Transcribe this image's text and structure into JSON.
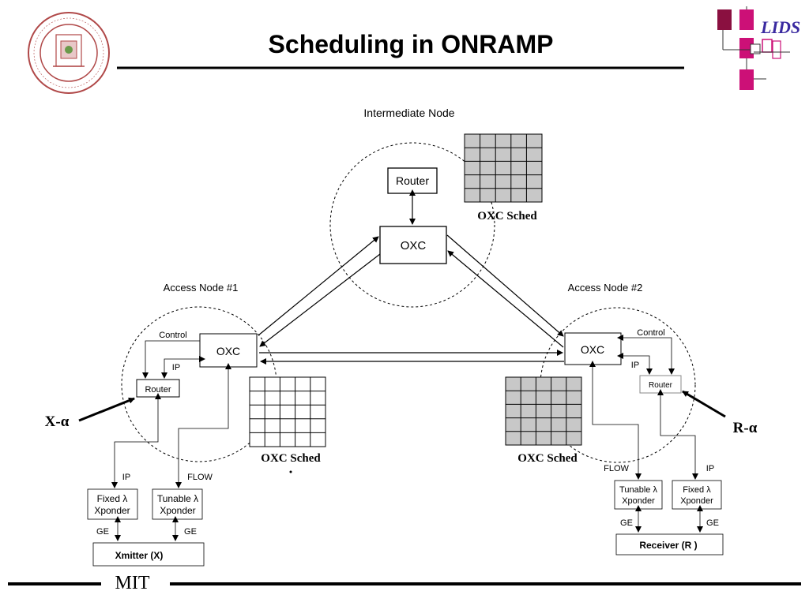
{
  "slide": {
    "title": "Scheduling in ONRAMP",
    "footer": "MIT",
    "lids_logo": "LIDS"
  },
  "intermediate_node": {
    "label": "Intermediate Node",
    "router": "Router",
    "oxc": "OXC",
    "sched_label": "OXC Sched"
  },
  "access_node_1": {
    "label": "Access Node #1",
    "oxc": "OXC",
    "router": "Router",
    "control": "Control",
    "ip": "IP",
    "sched_label": "OXC Sched",
    "input": "X-α",
    "fixed_line1": "Fixed λ",
    "fixed_line2": "Xponder",
    "tunable_line1": "Tunable λ",
    "tunable_line2": "Xponder",
    "ip_link": "IP",
    "flow_link": "FLOW",
    "ge_left": "GE",
    "ge_right": "GE",
    "xmitter": "Xmitter (X)"
  },
  "access_node_2": {
    "label": "Access Node #2",
    "oxc": "OXC",
    "router": "Router",
    "control": "Control",
    "ip": "IP",
    "sched_label": "OXC Sched",
    "input": "R-α",
    "tunable_line1": "Tunable λ",
    "tunable_line2": "Xponder",
    "fixed_line1": "Fixed λ",
    "fixed_line2": "Xponder",
    "flow_link": "FLOW",
    "ip_link": "IP",
    "ge_left": "GE",
    "ge_right": "GE",
    "receiver": "Receiver (R )"
  },
  "colors": {
    "grid_gray": "#c8c8c8",
    "seal_red": "#b04848",
    "lids_magenta": "#cc1077",
    "lids_dark": "#8a1040",
    "lids_text": "#3a2aa0"
  }
}
